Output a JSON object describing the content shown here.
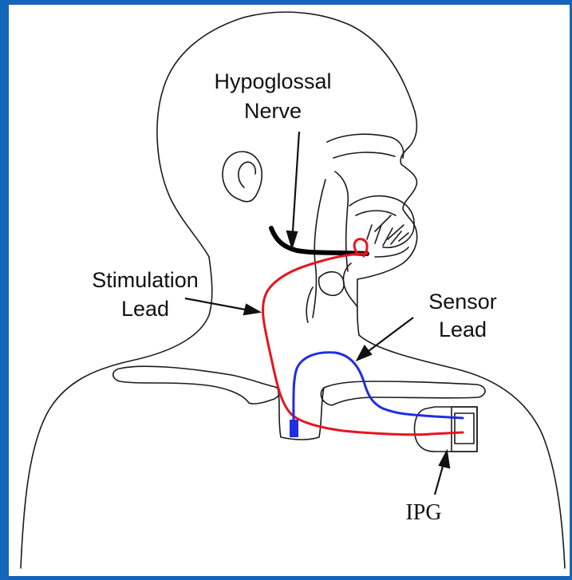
{
  "labels": {
    "hypoglossal_line1": "Hypoglossal",
    "hypoglossal_line2": "Nerve",
    "stimulation_line1": "Stimulation",
    "stimulation_line2": "Lead",
    "sensor_line1": "Sensor",
    "sensor_line2": "Lead",
    "ipg": "IPG"
  },
  "colors": {
    "background": "#1565b8",
    "panel": "#ffffff",
    "outline": "#1a1a1a",
    "nerve": "#000000",
    "stimulation_lead": "#e8141e",
    "sensor_lead": "#1f2ee0"
  }
}
